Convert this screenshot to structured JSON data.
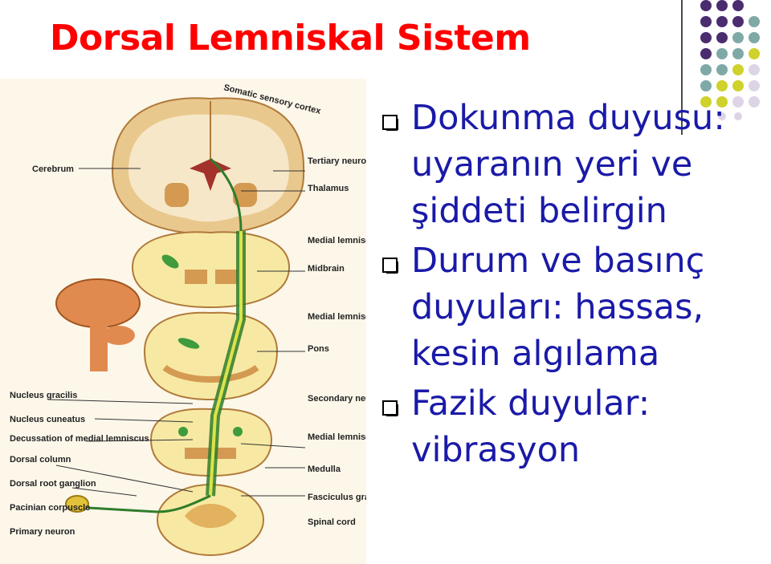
{
  "slide": {
    "title": "Dorsal Lemniskal Sistem",
    "colors": {
      "title": "#ff0000",
      "bullet_text": "#1a1aa8",
      "dot_purple": "#4b2c6e",
      "dot_teal": "#7fa9a6",
      "dot_yellow": "#cfd22a",
      "dot_lilac": "#ddd4e6"
    }
  },
  "bullets": [
    {
      "text": "Dokunma duyusu: uyaranın yeri ve şiddeti belirgin"
    },
    {
      "text": "Durum ve basınç duyuları: hassas, kesin algılama"
    },
    {
      "text": "Fazik duyular: vibrasyon"
    }
  ],
  "figure": {
    "labels": {
      "somatic": "Somatic sensory cortex",
      "cerebrum": "Cerebrum",
      "tertiary": "Tertiary neuron",
      "thalamus": "Thalamus",
      "medial_lemniscus_1": "Medial lemniscus",
      "midbrain": "Midbrain",
      "medial_lemniscus_2": "Medial lemniscus",
      "pons": "Pons",
      "nucleus_gracilis": "Nucleus gracilis",
      "nucleus_cuneatus": "Nucleus cuneatus",
      "secondary": "Secondary neuron",
      "decussation": "Decussation of medial lemniscus",
      "medial_lemniscus_3": "Medial lemniscus",
      "dorsal_column": "Dorsal column",
      "medulla": "Medulla",
      "dorsal_root": "Dorsal root ganglion",
      "fasciculus": "Fasciculus gracilis",
      "pacinian": "Pacinian corpuscle",
      "spinal_cord": "Spinal cord",
      "primary": "Primary neuron"
    }
  }
}
